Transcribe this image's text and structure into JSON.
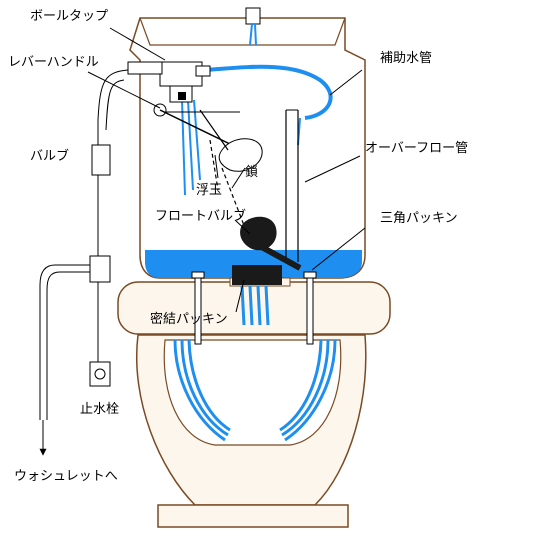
{
  "labels": {
    "ball_tap": "ボールタップ",
    "lever_handle": "レバーハンドル",
    "valve": "バルブ",
    "stop_valve": "止水栓",
    "to_washlet": "ウォシュレットへ",
    "refill_pipe": "補助水管",
    "overflow_pipe": "オーバーフロー管",
    "chain": "鎖",
    "float_ball": "浮玉",
    "flapper_valve": "フロートバルブ",
    "triangle_packing": "三角パッキン",
    "seal_packing": "密結パッキン"
  },
  "colors": {
    "outline": "#7a4a24",
    "fill": "#fdf6ec",
    "water": "#1e8ff0",
    "line": "#000000",
    "rubber": "#1a1a1a"
  }
}
